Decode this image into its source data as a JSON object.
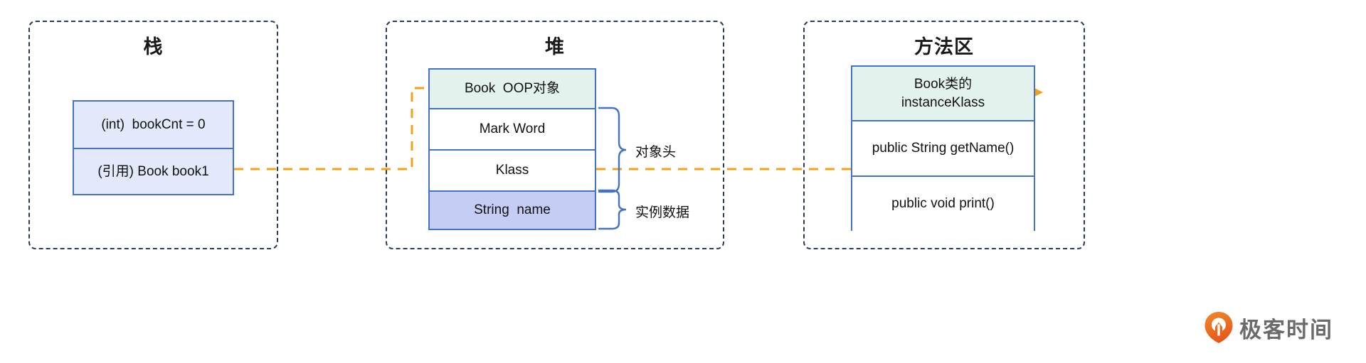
{
  "diagram": {
    "title_visible": false,
    "colors": {
      "region_border": "#2b3a55",
      "box_border": "#4472c4",
      "fill_lavender": "#e3e8fb",
      "fill_lavender_strong": "#c6cdf5",
      "fill_mint": "#e3f2ec",
      "connector": "#f5a017",
      "brace": "#4472c4",
      "brand_orange": "#ec6a1e",
      "brand_text": "#6b6b6b"
    }
  },
  "regions": [
    {
      "key": "stack",
      "title": "栈"
    },
    {
      "key": "heap",
      "title": "堆"
    },
    {
      "key": "method_area",
      "title": "方法区"
    }
  ],
  "stack": {
    "title": "栈",
    "cells": [
      {
        "label": "(int)  bookCnt = 0"
      },
      {
        "label": "(引用) Book book1"
      }
    ]
  },
  "heap": {
    "title": "堆",
    "cells": [
      {
        "label": "Book  OOP对象"
      },
      {
        "label": "Mark Word"
      },
      {
        "label": "Klass"
      },
      {
        "label": "String  name"
      }
    ],
    "brace_labels": [
      {
        "label": "对象头"
      },
      {
        "label": "实例数据"
      }
    ]
  },
  "method_area": {
    "title": "方法区",
    "cells": [
      {
        "label": "Book类的\ninstanceKlass"
      },
      {
        "label": "public String getName()"
      },
      {
        "label": "public void print()"
      }
    ]
  },
  "connectors": [
    {
      "name": "book1-to-oop",
      "from": "(引用) Book book1",
      "to": "Book  OOP对象"
    },
    {
      "name": "klass-to-instanceklass",
      "from": "Klass",
      "to": "Book类的 instanceKlass"
    }
  ],
  "brand": {
    "icon": "geektime-pin-icon",
    "text": "极客时间"
  }
}
